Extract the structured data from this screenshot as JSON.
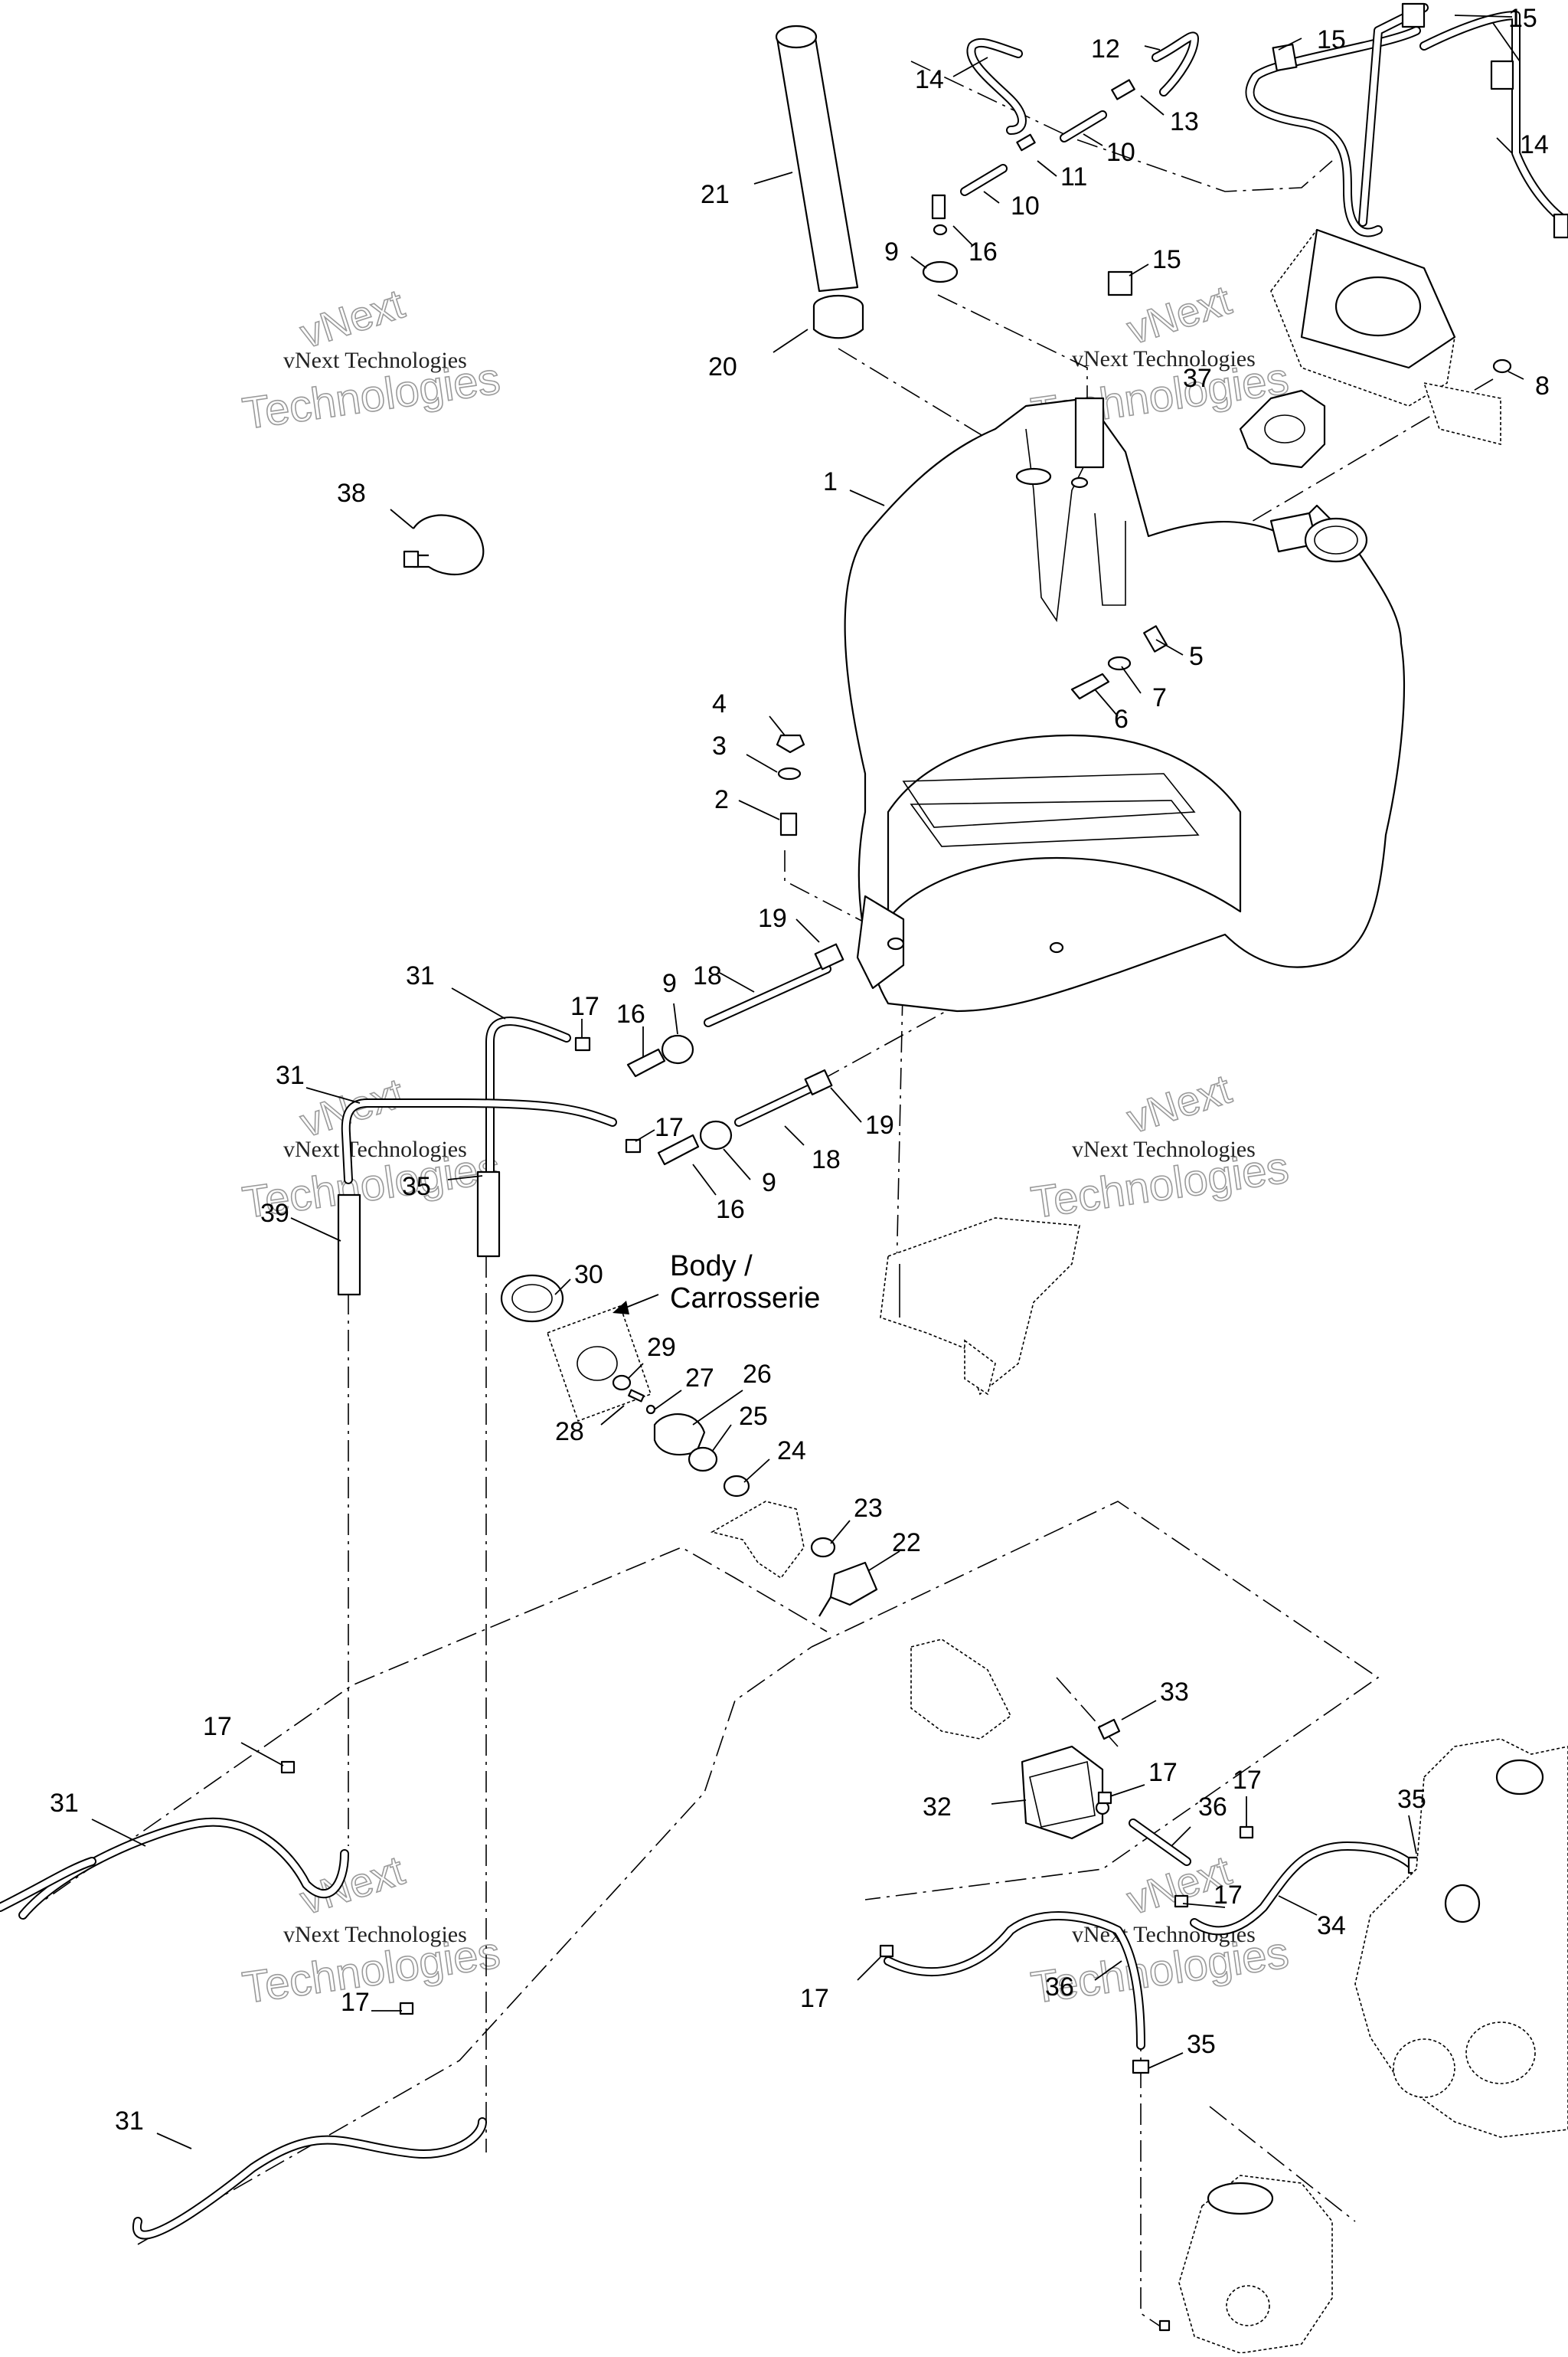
{
  "watermark": {
    "line1": "vNext Technologies",
    "line2": "Technologies",
    "brand": "vNext"
  },
  "body_callout": {
    "line1": "Body /",
    "line2": "Carrosserie"
  },
  "callouts": [
    {
      "id": "c1",
      "n": "1"
    },
    {
      "id": "c2",
      "n": "2"
    },
    {
      "id": "c3",
      "n": "3"
    },
    {
      "id": "c4",
      "n": "4"
    },
    {
      "id": "c5",
      "n": "5"
    },
    {
      "id": "c6",
      "n": "6"
    },
    {
      "id": "c7",
      "n": "7"
    },
    {
      "id": "c8",
      "n": "8"
    },
    {
      "id": "c9a",
      "n": "9"
    },
    {
      "id": "c9b",
      "n": "9"
    },
    {
      "id": "c9c",
      "n": "9"
    },
    {
      "id": "c10a",
      "n": "10"
    },
    {
      "id": "c10b",
      "n": "10"
    },
    {
      "id": "c11",
      "n": "11"
    },
    {
      "id": "c12",
      "n": "12"
    },
    {
      "id": "c13",
      "n": "13"
    },
    {
      "id": "c14a",
      "n": "14"
    },
    {
      "id": "c14b",
      "n": "14"
    },
    {
      "id": "c15a",
      "n": "15"
    },
    {
      "id": "c15b",
      "n": "15"
    },
    {
      "id": "c15c",
      "n": "15"
    },
    {
      "id": "c16a",
      "n": "16"
    },
    {
      "id": "c16b",
      "n": "16"
    },
    {
      "id": "c16c",
      "n": "16"
    },
    {
      "id": "c17a",
      "n": "17"
    },
    {
      "id": "c17b",
      "n": "17"
    },
    {
      "id": "c17c",
      "n": "17"
    },
    {
      "id": "c17d",
      "n": "17"
    },
    {
      "id": "c17e",
      "n": "17"
    },
    {
      "id": "c17f",
      "n": "17"
    },
    {
      "id": "c17g",
      "n": "17"
    },
    {
      "id": "c17h",
      "n": "17"
    },
    {
      "id": "c18a",
      "n": "18"
    },
    {
      "id": "c18b",
      "n": "18"
    },
    {
      "id": "c19a",
      "n": "19"
    },
    {
      "id": "c19b",
      "n": "19"
    },
    {
      "id": "c20",
      "n": "20"
    },
    {
      "id": "c21",
      "n": "21"
    },
    {
      "id": "c22",
      "n": "22"
    },
    {
      "id": "c23",
      "n": "23"
    },
    {
      "id": "c24",
      "n": "24"
    },
    {
      "id": "c25",
      "n": "25"
    },
    {
      "id": "c26",
      "n": "26"
    },
    {
      "id": "c27",
      "n": "27"
    },
    {
      "id": "c28",
      "n": "28"
    },
    {
      "id": "c29",
      "n": "29"
    },
    {
      "id": "c30",
      "n": "30"
    },
    {
      "id": "c31a",
      "n": "31"
    },
    {
      "id": "c31b",
      "n": "31"
    },
    {
      "id": "c31c",
      "n": "31"
    },
    {
      "id": "c31d",
      "n": "31"
    },
    {
      "id": "c32",
      "n": "32"
    },
    {
      "id": "c33",
      "n": "33"
    },
    {
      "id": "c34",
      "n": "34"
    },
    {
      "id": "c35a",
      "n": "35"
    },
    {
      "id": "c35b",
      "n": "35"
    },
    {
      "id": "c35c",
      "n": "35"
    },
    {
      "id": "c36a",
      "n": "36"
    },
    {
      "id": "c36b",
      "n": "36"
    },
    {
      "id": "c37",
      "n": "37"
    },
    {
      "id": "c38",
      "n": "38"
    },
    {
      "id": "c39",
      "n": "39"
    }
  ]
}
